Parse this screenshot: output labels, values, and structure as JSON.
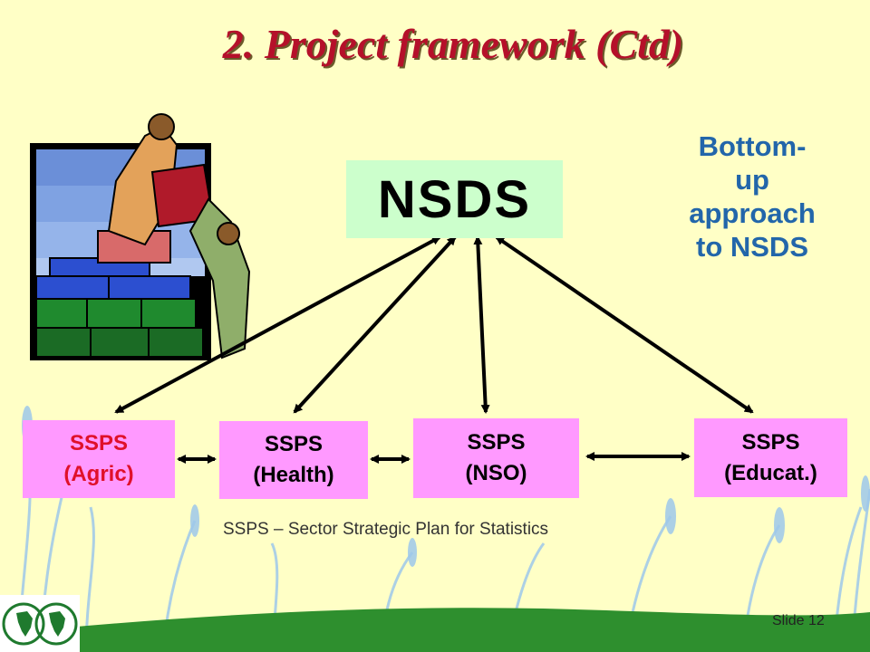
{
  "slide": {
    "title": "2. Project framework (Ctd)",
    "center_label": "NSDS",
    "side_note_lines": [
      "Bottom-",
      "up",
      "approach",
      "to NSDS"
    ],
    "boxes": [
      {
        "line1": "SSPS",
        "line2": "(Agric)"
      },
      {
        "line1": "SSPS",
        "line2": "(Health)"
      },
      {
        "line1": "SSPS",
        "line2": "(NSO)"
      },
      {
        "line1": "SSPS",
        "line2": "(Educat.)"
      }
    ],
    "legend": "SSPS – Sector Strategic Plan for Statistics",
    "slide_number": "Slide 12"
  },
  "colors": {
    "background": "#ffffc6",
    "title": "#b5102a",
    "nsds_box": "#ccffcc",
    "ssps_box": "#ff99ff",
    "side_note": "#2266aa",
    "agric_text": "#e0102a"
  },
  "icons": {
    "clipart": "people-lifting-box-illustration",
    "logo": "africa-map-logo"
  }
}
